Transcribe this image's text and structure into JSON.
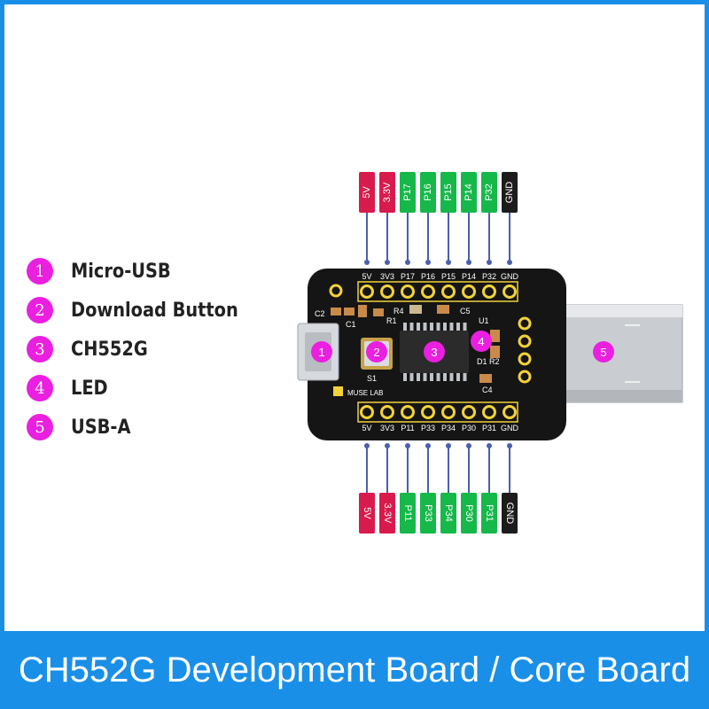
{
  "colors": {
    "frame": "#1a8fe8",
    "marker": "#ea1fe0",
    "pin_power": "#d91a4d",
    "pin_io": "#16b84a",
    "pin_ground": "#1c1c1c",
    "board": "#151515",
    "silkscreen": "#f2d23a"
  },
  "legend": [
    {
      "num": "1",
      "label": "Micro-USB"
    },
    {
      "num": "2",
      "label": "Download Button"
    },
    {
      "num": "3",
      "label": "CH552G"
    },
    {
      "num": "4",
      "label": "LED"
    },
    {
      "num": "5",
      "label": "USB-A"
    }
  ],
  "top_pins": [
    {
      "label": "5V",
      "type": "power"
    },
    {
      "label": "3.3V",
      "type": "power"
    },
    {
      "label": "P17",
      "type": "io"
    },
    {
      "label": "P16",
      "type": "io"
    },
    {
      "label": "P15",
      "type": "io"
    },
    {
      "label": "P14",
      "type": "io"
    },
    {
      "label": "P32",
      "type": "io"
    },
    {
      "label": "GND",
      "type": "ground"
    }
  ],
  "bottom_pins": [
    {
      "label": "5V",
      "type": "power"
    },
    {
      "label": "3.3V",
      "type": "power"
    },
    {
      "label": "P11",
      "type": "io"
    },
    {
      "label": "P33",
      "type": "io"
    },
    {
      "label": "P34",
      "type": "io"
    },
    {
      "label": "P30",
      "type": "io"
    },
    {
      "label": "P31",
      "type": "io"
    },
    {
      "label": "GND",
      "type": "ground"
    }
  ],
  "board": {
    "top_silk": [
      "5V",
      "3V3",
      "P17",
      "P16",
      "P15",
      "P14",
      "P32",
      "GND"
    ],
    "bottom_silk": [
      "5V",
      "3V3",
      "P11",
      "P33",
      "P34",
      "P30",
      "P31",
      "GND"
    ],
    "components": {
      "c1": "C1",
      "c2": "C2",
      "c4": "C4",
      "c5": "C5",
      "r1": "R1",
      "r2": "R2",
      "r4": "R4",
      "d1": "D1",
      "u1": "U1",
      "s1": "S1"
    },
    "brand": "MUSE LAB"
  },
  "markers": {
    "micro_usb": "1",
    "button": "2",
    "chip": "3",
    "led": "4",
    "usb_a": "5"
  },
  "footer": {
    "title": "CH552G Development Board / Core Board"
  }
}
